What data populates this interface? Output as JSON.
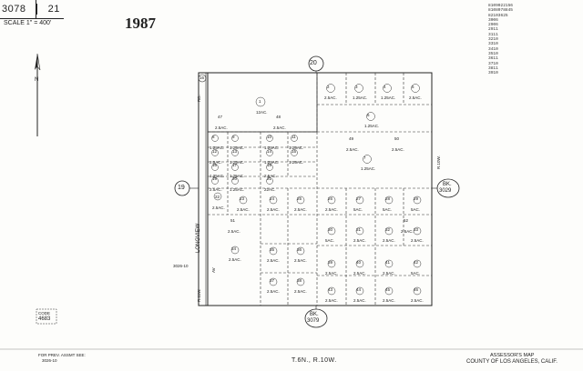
{
  "header": {
    "book": "3078",
    "page": "21",
    "scale_label": "SCALE 1\" = 400'",
    "year": "1987"
  },
  "revision_notes": [
    "8109022156",
    "8108078845",
    "82103625",
    "3006",
    "2906",
    "2911",
    "3111",
    "3210",
    "3310",
    "3410",
    "3510",
    "3611",
    "3710",
    "3811",
    "3910"
  ],
  "sections": {
    "north": "20",
    "west": "19",
    "south_book": {
      "label": "BK.",
      "number": "3079"
    },
    "east_book": {
      "label": "BK.",
      "number": "3029"
    },
    "corner_number": "16"
  },
  "road_labels": {
    "west_rd": "RD.",
    "longview": "LONGVIEW",
    "av": "AV",
    "range_e": "R.10W.",
    "range_w": "R.11W."
  },
  "parcels": [
    {
      "n": "1",
      "a": "12AC."
    },
    {
      "n": "2",
      "a": "2.5AC."
    },
    {
      "n": "3",
      "a": "1.25AC."
    },
    {
      "n": "4",
      "a": "1.25AC."
    },
    {
      "n": "5",
      "a": "2.5AC."
    },
    {
      "n": "6",
      "a": "1.25AC."
    },
    {
      "n": "7",
      "a": "1.25AC."
    },
    {
      "n": "8",
      "a": "1.25AC."
    },
    {
      "n": "9",
      "a": "1.25AC."
    },
    {
      "n": "10",
      "a": "1.25AC."
    },
    {
      "n": "11",
      "a": "1.25AC."
    },
    {
      "n": "12",
      "a": "2.5AC."
    },
    {
      "n": "13",
      "a": "1.25AC."
    },
    {
      "n": "14",
      "a": "1.25AC."
    },
    {
      "n": "15",
      "a": "1.25AC."
    },
    {
      "n": "16",
      "a": "1.25AC."
    },
    {
      "n": "17",
      "a": "1.25AC."
    },
    {
      "n": "18",
      "a": "2.5AC."
    },
    {
      "n": "19",
      "a": "2.5AC."
    },
    {
      "n": "20",
      "a": "1.25AC."
    },
    {
      "n": "21",
      "a": "22AC."
    },
    {
      "n": "22",
      "a": "2.5AC."
    },
    {
      "n": "23",
      "a": "2.5AC."
    },
    {
      "n": "24",
      "a": "2.5AC."
    },
    {
      "n": "25",
      "a": "2.5AC."
    },
    {
      "n": "26",
      "a": "2.5AC."
    },
    {
      "n": "27",
      "a": "5AC."
    },
    {
      "n": "28",
      "a": "5AC."
    },
    {
      "n": "29",
      "a": "5AC."
    },
    {
      "n": "30",
      "a": "5AC."
    },
    {
      "n": "31",
      "a": "2.5AC."
    },
    {
      "n": "32",
      "a": "2.5AC."
    },
    {
      "n": "33",
      "a": "2.5AC."
    },
    {
      "n": "34",
      "a": "2.5AC."
    },
    {
      "n": "35",
      "a": "2.5AC."
    },
    {
      "n": "36",
      "a": "2.5AC."
    },
    {
      "n": "37",
      "a": "2.5AC."
    },
    {
      "n": "38",
      "a": "2.5AC."
    },
    {
      "n": "39",
      "a": "2.5AC."
    },
    {
      "n": "40",
      "a": "2.5AC."
    },
    {
      "n": "41",
      "a": "2.5AC."
    },
    {
      "n": "42",
      "a": "5AC."
    },
    {
      "n": "43",
      "a": "2.5AC."
    },
    {
      "n": "44",
      "a": "2.5AC."
    },
    {
      "n": "45",
      "a": "2.5AC."
    },
    {
      "n": "46",
      "a": "2.5AC."
    },
    {
      "n": "47",
      "a": "2.5AC."
    },
    {
      "n": "48",
      "a": "2.5AC."
    },
    {
      "n": "49",
      "a": "2.5AC."
    },
    {
      "n": "50",
      "a": "2.5AC."
    },
    {
      "n": "51",
      "a": "2.5AC."
    },
    {
      "n": "52",
      "a": "2.5AC."
    }
  ],
  "side_notes": {
    "cc_code": "CODE",
    "cc_number": "4683",
    "prev_assmt": "FOR PREV. ASSMT SEE:",
    "prev_assmt_ref": "3026-10",
    "west_note": "3026-10"
  },
  "footer": {
    "township": "T.6N., R.10W.",
    "assessor_title": "ASSESSOR'S MAP",
    "county": "COUNTY OF LOS ANGELES, CALIF."
  }
}
